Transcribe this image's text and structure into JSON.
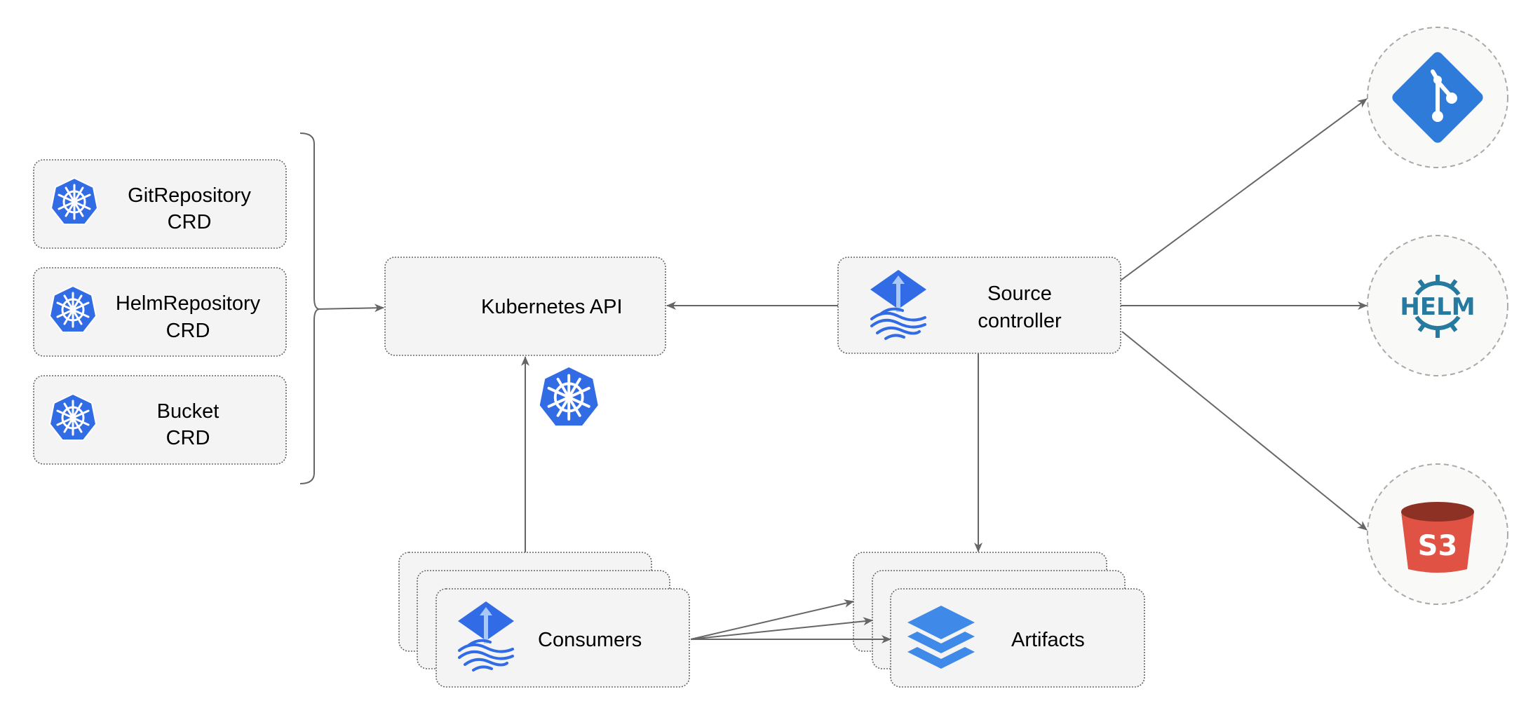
{
  "crds": [
    {
      "line1": "GitRepository",
      "line2": "CRD"
    },
    {
      "line1": "HelmRepository",
      "line2": "CRD"
    },
    {
      "line1": "Bucket",
      "line2": "CRD"
    }
  ],
  "kubernetes_api": {
    "label": "Kubernetes API",
    "icon": "kubernetes-icon"
  },
  "source_controller": {
    "line1": "Source",
    "line2": "controller",
    "icon": "flux-icon"
  },
  "consumers": {
    "label": "Consumers",
    "icon": "flux-icon"
  },
  "artifacts": {
    "label": "Artifacts",
    "icon": "layers-icon"
  },
  "sources": {
    "git": {
      "icon": "git-icon"
    },
    "helm": {
      "logo_text": "HELM",
      "icon": "helm-icon"
    },
    "s3": {
      "logo_text": "S3",
      "icon": "s3-bucket-icon"
    }
  },
  "colors": {
    "k8s_blue": "#326ce5",
    "git_blue": "#2f7bd9",
    "helm_teal": "#277a9f",
    "s3_red": "#e05243",
    "s3_dark": "#8c3123",
    "layers_blue": "#3f8ae9"
  }
}
